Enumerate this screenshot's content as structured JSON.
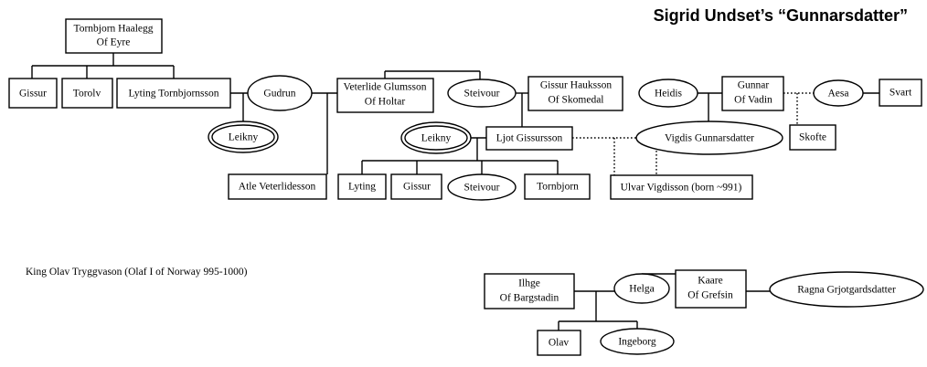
{
  "title": "Sigrid Undset’s “Gunnarsdatter”",
  "note": "King Olav Tryggvason (Olaf I of Norway 995-1000)",
  "colors": {
    "background": "#ffffff",
    "stroke": "#000000",
    "text": "#000000"
  },
  "nodes": {
    "tornbjorn_haalegg": {
      "line1": "Tornbjorn Haalegg",
      "line2": "Of Eyre"
    },
    "gissur_1": {
      "line1": "Gissur"
    },
    "torolv": {
      "line1": "Torolv"
    },
    "lyting_tornbjornsson": {
      "line1": "Lyting Tornbjornsson"
    },
    "gudrun": {
      "line1": "Gudrun"
    },
    "leikny_1": {
      "line1": "Leikny"
    },
    "veterlide_glumsson": {
      "line1": "Veterlide Glumsson",
      "line2": "Of Holtar"
    },
    "steivour_1": {
      "line1": "Steivour"
    },
    "gissur_hauksson": {
      "line1": "Gissur Hauksson",
      "line2": "Of Skomedal"
    },
    "leikny_2": {
      "line1": "Leikny"
    },
    "ljot_gissursson": {
      "line1": "Ljot Gissursson"
    },
    "atle_veterlidesson": {
      "line1": "Atle Veterlidesson"
    },
    "lyting_2": {
      "line1": "Lyting"
    },
    "gissur_2": {
      "line1": "Gissur"
    },
    "steivour_2": {
      "line1": "Steivour"
    },
    "tornbjorn_2": {
      "line1": "Tornbjorn"
    },
    "heidis": {
      "line1": "Heidis"
    },
    "gunnar_of_vadin": {
      "line1": "Gunnar",
      "line2": "Of Vadin"
    },
    "aesa": {
      "line1": "Aesa"
    },
    "svart": {
      "line1": "Svart"
    },
    "vigdis_gunnarsdatter": {
      "line1": "Vigdis Gunnarsdatter"
    },
    "skofte": {
      "line1": "Skofte"
    },
    "ulvar_vigdisson": {
      "line1": "Ulvar Vigdisson (born ~991)"
    },
    "ilhge_of_bargstadin": {
      "line1": "Ilhge",
      "line2": "Of Bargstadin"
    },
    "helga": {
      "line1": "Helga"
    },
    "kaare_of_grefsin": {
      "line1": "Kaare",
      "line2": "Of Grefsin"
    },
    "ragna_grjotgardsdatter": {
      "line1": "Ragna Grjotgardsdatter"
    },
    "olav": {
      "line1": "Olav"
    },
    "ingeborg": {
      "line1": "Ingeborg"
    }
  }
}
